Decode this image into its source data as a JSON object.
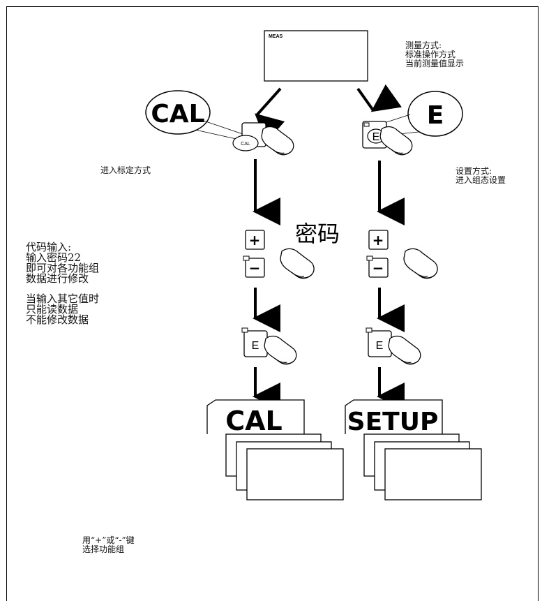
{
  "display": {
    "label": "MEAS"
  },
  "notes": {
    "measure_mode": "测量方式:\n标准操作方式\n当前测量值显示",
    "enter_cal": "进入标定方式",
    "setup_mode": "设置方式:\n进入组态设置",
    "code_entry": "代码输入:\n输入密码22\n即可对各功能组\n数据进行修改",
    "other_values": "当输入其它值时\n只能读数据\n不能修改数据",
    "select_group": "用“+”或“-”键\n选择功能组"
  },
  "password_label": "密码",
  "keys": {
    "cal_big": "CAL",
    "cal_small": "CAL",
    "e_big": "E",
    "e_small": "E",
    "plus": "+",
    "minus": "−",
    "e_key": "E"
  },
  "menus": {
    "cal_title": "CAL",
    "setup_title": "SETUP"
  }
}
